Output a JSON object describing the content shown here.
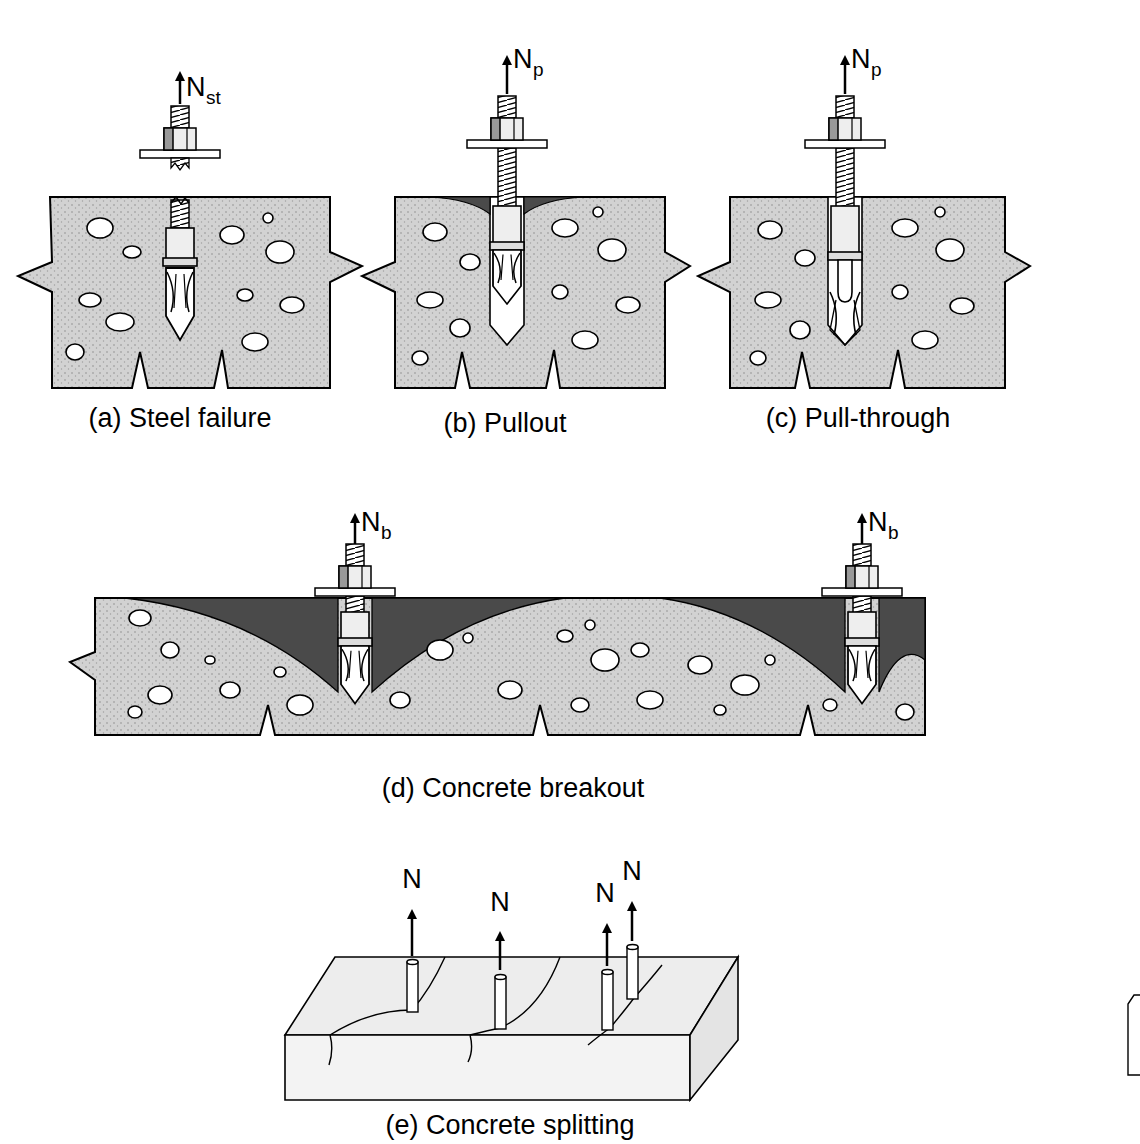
{
  "diagram": {
    "labels": [
      "N",
      "st",
      "N",
      "p",
      "N",
      "p",
      "N",
      "b",
      "N",
      "b",
      "N",
      "N",
      "N",
      "N",
      "(a) Steel failure",
      "(b) Pullout",
      "(c) Pull-through",
      "(d) Concrete breakout",
      "(e) Concrete splitting"
    ]
  }
}
